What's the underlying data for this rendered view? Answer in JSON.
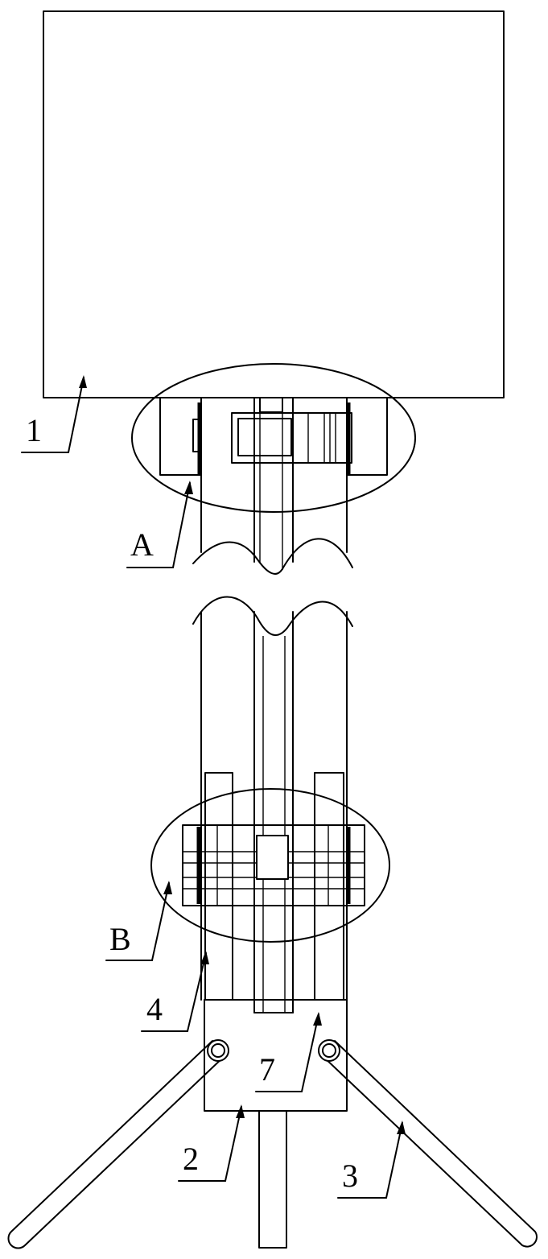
{
  "labels": {
    "part_1": "1",
    "detail_a": "A",
    "detail_b": "B",
    "part_4": "4",
    "part_7": "7",
    "part_2": "2",
    "part_3": "3"
  }
}
